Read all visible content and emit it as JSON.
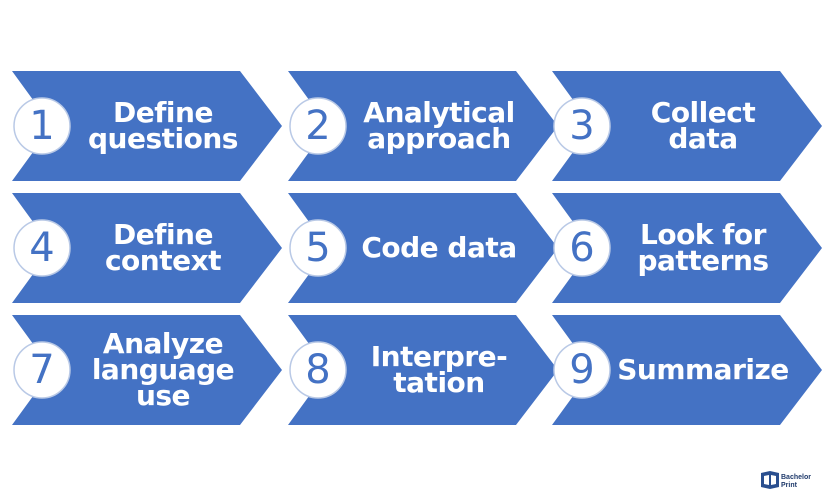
{
  "colors": {
    "arrow_fill": "#4472c4",
    "circle_stroke": "#b9c9e6",
    "number": "#4472c4",
    "text": "#ffffff"
  },
  "steps": [
    {
      "number": "1",
      "label": "Define\nquestions"
    },
    {
      "number": "2",
      "label": "Analytical\napproach"
    },
    {
      "number": "3",
      "label": "Collect\ndata"
    },
    {
      "number": "4",
      "label": "Define\ncontext"
    },
    {
      "number": "5",
      "label": "Code data"
    },
    {
      "number": "6",
      "label": "Look for\npatterns"
    },
    {
      "number": "7",
      "label": "Analyze\nlanguage\nuse"
    },
    {
      "number": "8",
      "label": "Interpre-\ntation"
    },
    {
      "number": "9",
      "label": "Summarize"
    }
  ],
  "brand": {
    "line1": "Bachelor",
    "line2": "Print",
    "icon": "bachelorprint-logo-icon"
  }
}
